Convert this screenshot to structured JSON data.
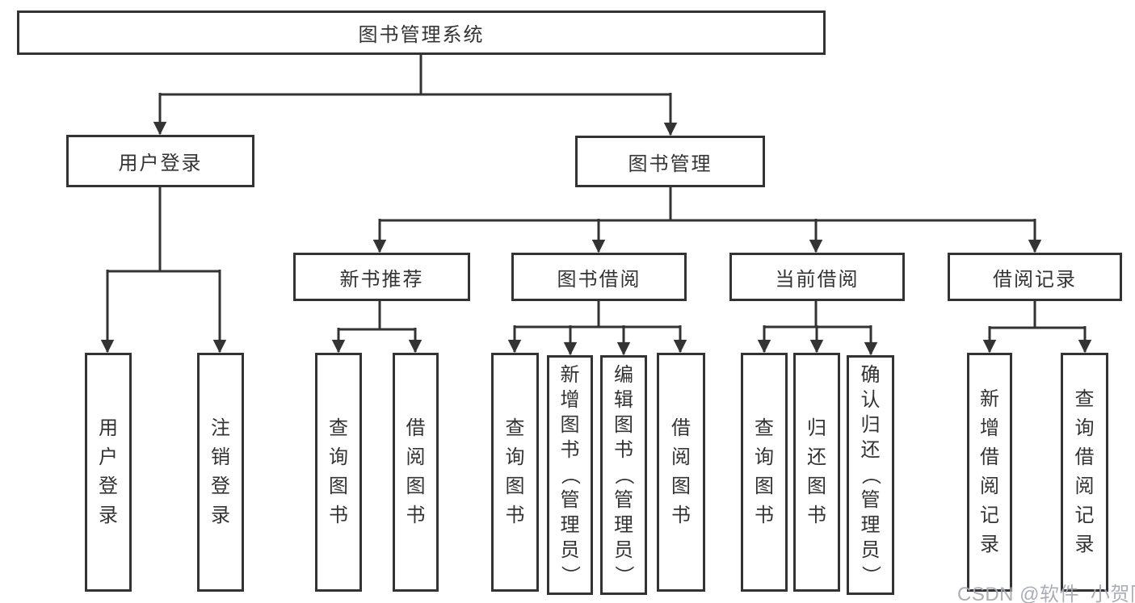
{
  "diagram": {
    "root": {
      "label": "图书管理系统"
    },
    "level2": [
      {
        "id": "login",
        "label": "用户登录"
      },
      {
        "id": "mgmt",
        "label": "图书管理"
      }
    ],
    "level3": [
      {
        "id": "recommend",
        "label": "新书推荐"
      },
      {
        "id": "borrow",
        "label": "图书借阅"
      },
      {
        "id": "current",
        "label": "当前借阅"
      },
      {
        "id": "records",
        "label": "借阅记录"
      }
    ],
    "leaves": {
      "login": [
        "用户登录",
        "注销登录"
      ],
      "recommend": [
        "查询图书",
        "借阅图书"
      ],
      "borrow": [
        "查询图书",
        "新增图书（管理员）",
        "编辑图书（管理员）",
        "借阅图书"
      ],
      "current": [
        "查询图书",
        "归还图书",
        "确认归还（管理员）"
      ],
      "records": [
        "新增借阅记录",
        "查询借阅记录"
      ]
    }
  },
  "watermark": "CSDN @软件_小贺同学",
  "colors": {
    "line": "#333333",
    "text": "#333333",
    "background": "#ffffff",
    "watermark": "#a6aab1"
  }
}
